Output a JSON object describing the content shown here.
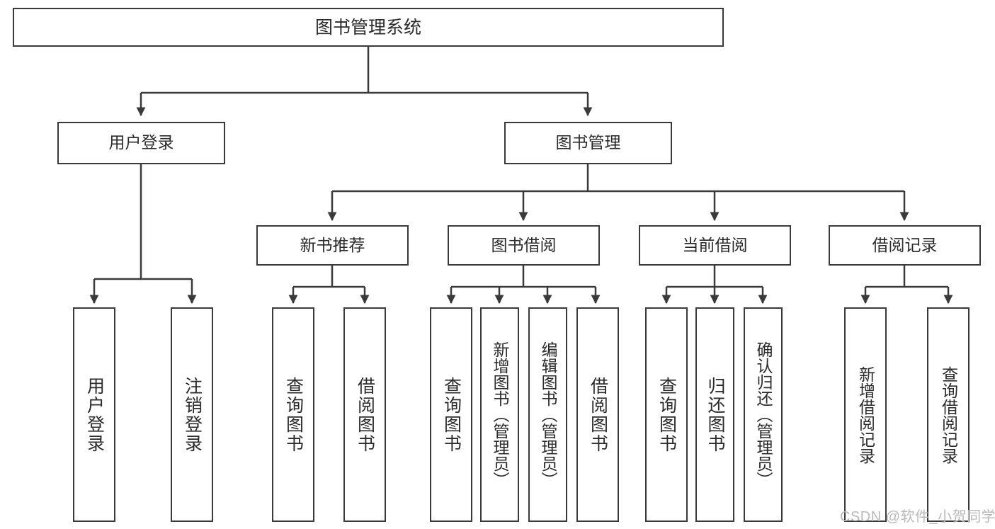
{
  "diagram": {
    "type": "tree-hierarchy-diagram",
    "title": "图书管理系统",
    "background": "#ffffff",
    "stroke_color": "#3a3a3a",
    "text_color": "#2b2b2b",
    "root": {
      "label": "图书管理系统"
    },
    "level2": [
      {
        "label": "用户登录"
      },
      {
        "label": "图书管理"
      }
    ],
    "level3": [
      {
        "label": "新书推荐"
      },
      {
        "label": "图书借阅"
      },
      {
        "label": "当前借阅"
      },
      {
        "label": "借阅记录"
      }
    ],
    "leaves": {
      "user_login": [
        {
          "label": "用户登录"
        },
        {
          "label": "注销登录"
        }
      ],
      "new_book_recommend": [
        {
          "label": "查询图书"
        },
        {
          "label": "借阅图书"
        }
      ],
      "book_borrow": [
        {
          "label": "查询图书"
        },
        {
          "label": "新增图书（管理员）"
        },
        {
          "label": "编辑图书（管理员）"
        },
        {
          "label": "借阅图书"
        }
      ],
      "current_borrow": [
        {
          "label": "查询图书"
        },
        {
          "label": "归还图书"
        },
        {
          "label": "确认归还（管理员）"
        }
      ],
      "borrow_record": [
        {
          "label": "新增借阅记录"
        },
        {
          "label": "查询借阅记录"
        }
      ]
    }
  },
  "watermark": {
    "text": "CSDN @软件_小贺同学"
  }
}
